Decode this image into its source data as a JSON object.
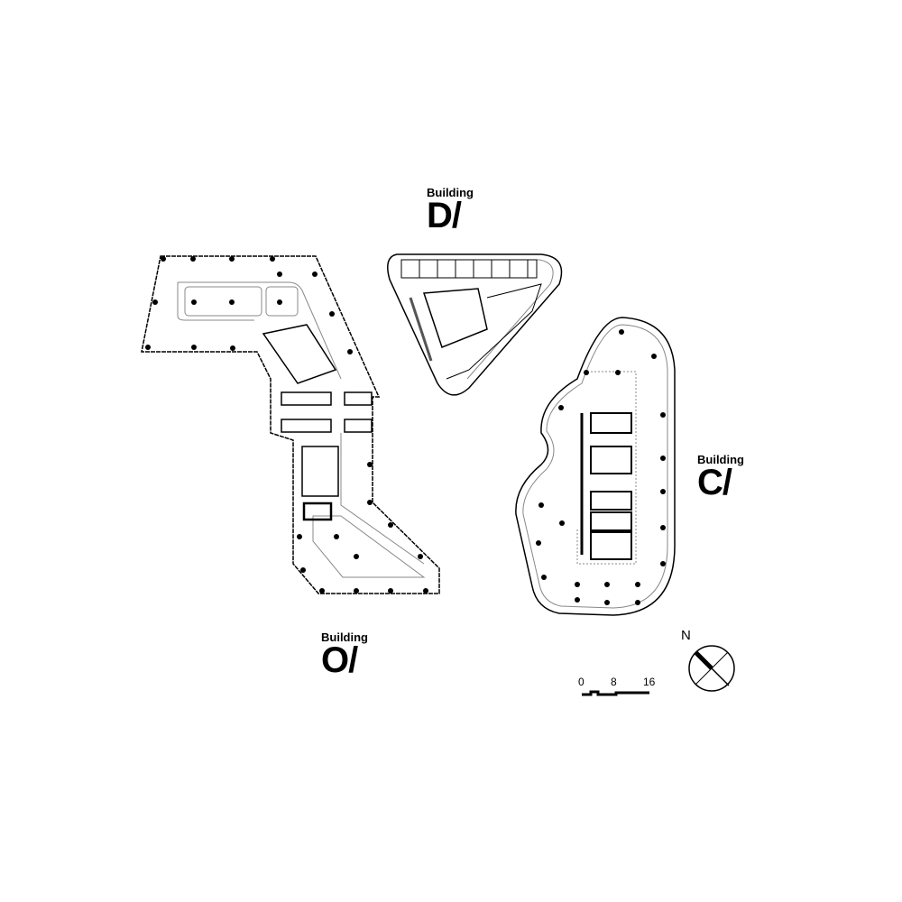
{
  "buildings": [
    {
      "prefix": "Building",
      "name": "D/"
    },
    {
      "prefix": "Building",
      "name": "C/"
    },
    {
      "prefix": "Building",
      "name": "O/"
    }
  ],
  "scale_bar": {
    "ticks": [
      "0",
      "8",
      "16"
    ]
  },
  "north_arrow": {
    "label": "N"
  },
  "colors": {
    "ink": "#000000",
    "paper": "#ffffff",
    "thin": "#777777"
  }
}
